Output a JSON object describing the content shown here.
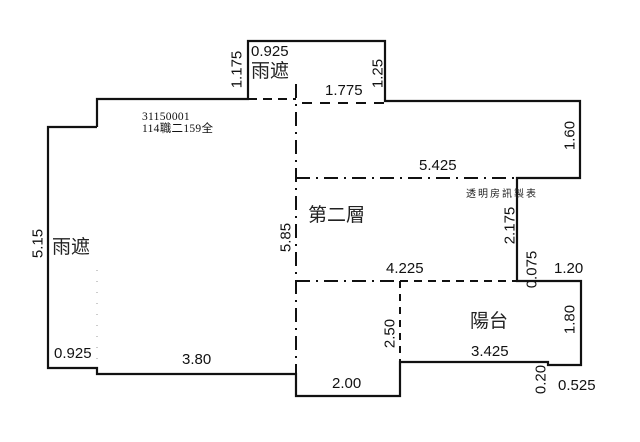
{
  "header": {
    "code": "31150001",
    "address": "114職二159全"
  },
  "rooms": {
    "canopy_top": "雨遮",
    "canopy_left": "雨遮",
    "floor": "第二層",
    "balcony": "陽台"
  },
  "credit": "透明房訊製表",
  "dimensions": {
    "canopy_top_height": "1.175",
    "canopy_top_width": "0.925",
    "canopy_top_right_height": "1.25",
    "canopy_top_bottom": "1.775",
    "right_top_height": "1.60",
    "mid_width": "5.425",
    "left_height": "5.15",
    "center_height": "5.85",
    "right_mid_height": "2.175",
    "notch_height": "0.075",
    "notch_width": "1.20",
    "balcony_top_width": "4.225",
    "balcony_height": "1.80",
    "balcony_left_height": "2.50",
    "balcony_bottom_width": "3.425",
    "step_height": "0.20",
    "step_width": "0.525",
    "left_canopy_width": "0.925",
    "bottom_width": "3.80",
    "bottom_step_width": "2.00"
  },
  "colors": {
    "wall": "#111111",
    "background": "#ffffff"
  }
}
